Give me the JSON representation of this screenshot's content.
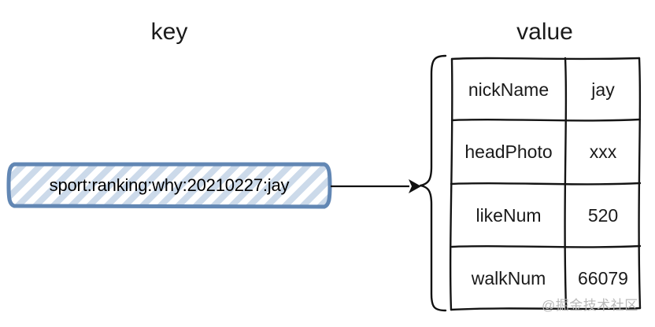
{
  "headings": {
    "key": "key",
    "value": "value"
  },
  "key_box": {
    "text": "sport:ranking:why:20210227:jay",
    "border_color": "#6287b4",
    "hatch_color": "#ccdaea",
    "fill_color": "#ffffff"
  },
  "connector": {
    "arrow_name": "arrow-key-to-value",
    "brace_name": "curly-brace-left",
    "stroke_color": "#111111"
  },
  "table": {
    "rows": [
      {
        "field": "nickName",
        "value": "jay"
      },
      {
        "field": "headPhoto",
        "value": "xxx"
      },
      {
        "field": "likeNum",
        "value": "520"
      },
      {
        "field": "walkNum",
        "value": "66079"
      }
    ],
    "border_color": "#141414"
  },
  "watermark": {
    "text": "@掘金技术社区",
    "color": "#b9b9b9"
  }
}
